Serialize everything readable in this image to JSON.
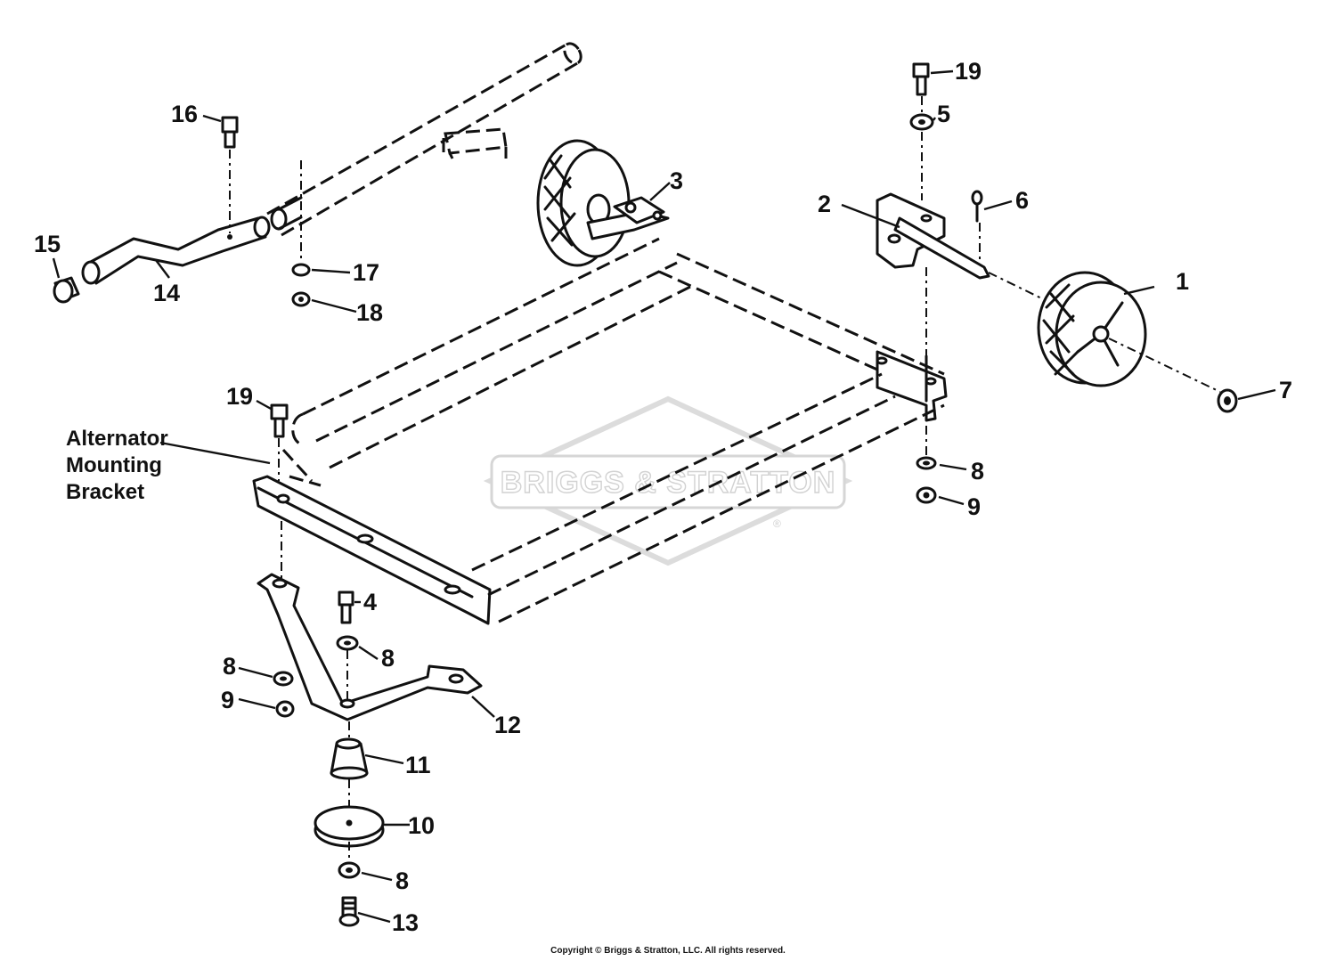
{
  "watermark": {
    "text": "BRIGGS & STRATTON",
    "registered_mark": "®"
  },
  "callouts": [
    {
      "id": "1",
      "text": "1"
    },
    {
      "id": "2",
      "text": "2"
    },
    {
      "id": "3",
      "text": "3"
    },
    {
      "id": "4",
      "text": "4"
    },
    {
      "id": "5",
      "text": "5"
    },
    {
      "id": "6",
      "text": "6"
    },
    {
      "id": "7",
      "text": "7"
    },
    {
      "id": "8a",
      "text": "8"
    },
    {
      "id": "8b",
      "text": "8"
    },
    {
      "id": "8c",
      "text": "8"
    },
    {
      "id": "8d",
      "text": "8"
    },
    {
      "id": "9a",
      "text": "9"
    },
    {
      "id": "9b",
      "text": "9"
    },
    {
      "id": "10",
      "text": "10"
    },
    {
      "id": "11",
      "text": "11"
    },
    {
      "id": "12",
      "text": "12"
    },
    {
      "id": "13",
      "text": "13"
    },
    {
      "id": "14",
      "text": "14"
    },
    {
      "id": "15",
      "text": "15"
    },
    {
      "id": "16",
      "text": "16"
    },
    {
      "id": "17",
      "text": "17"
    },
    {
      "id": "18",
      "text": "18"
    },
    {
      "id": "19a",
      "text": "19"
    },
    {
      "id": "19b",
      "text": "19"
    }
  ],
  "labels": {
    "alternator_line1": "Alternator",
    "alternator_line2": "Mounting",
    "alternator_line3": "Bracket"
  },
  "copyright": "Copyright © Briggs & Stratton, LLC. All rights reserved."
}
